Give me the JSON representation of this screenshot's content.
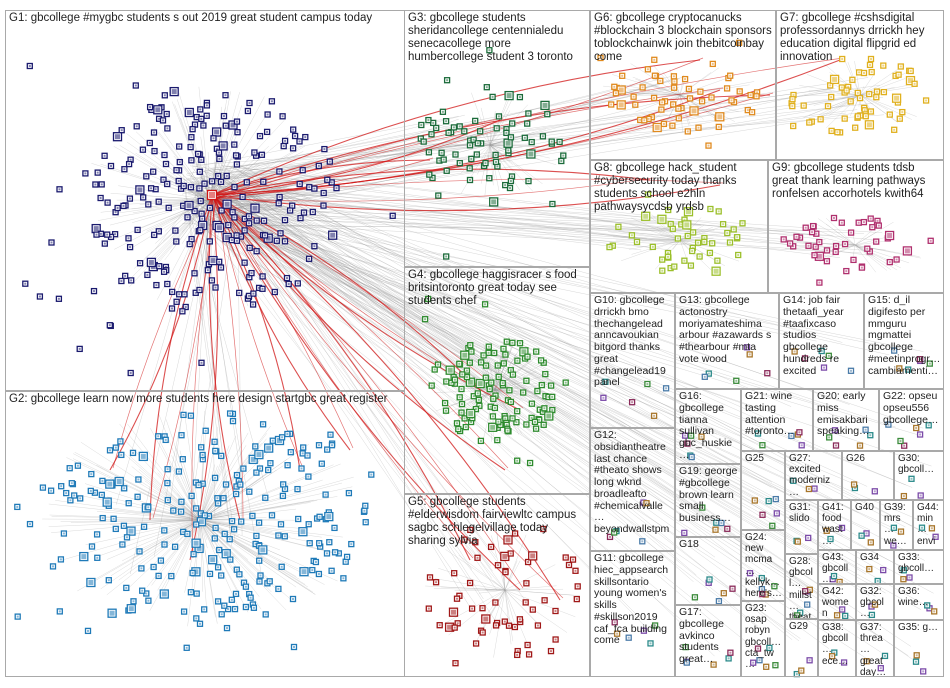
{
  "groups": [
    {
      "id": "G1",
      "label": "G1: gbcollege #mygbc students s out 2019 great student campus today",
      "color": "#1a1a6e"
    },
    {
      "id": "G2",
      "label": "G2: gbcollege learn now more students here design startgbc great register",
      "color": "#1f7ab8"
    },
    {
      "id": "G3",
      "label": "G3: gbcollege students sheridancollege centennialedu senecacollege more humbercollege student 3 toronto",
      "color": "#1b6b3a"
    },
    {
      "id": "G4",
      "label": "G4: gbcollege haggisracer s food britsintoronto great today see students chef",
      "color": "#2e8b2e"
    },
    {
      "id": "G5",
      "label": "G5: gbcollege students #elderwisdom fairviewltc campus sagbc schlegelvillage today sharing sylvia",
      "color": "#a01818"
    },
    {
      "id": "G6",
      "label": "G6: gbcollege cryptocanucks #blockchain 3 blockchain sponsors toblockchainwk join thebitcoinbay come",
      "color": "#e08a1e"
    },
    {
      "id": "G7",
      "label": "G7: gbcollege #cshsdigital professordannys drrickh hey education digital flipgrid ed innovation",
      "color": "#e0b01e"
    },
    {
      "id": "G8",
      "label": "G8: gbcollege hack_student #cybersecurity today thanks students school e2hln pathwaysycdsb yrdsb",
      "color": "#9bbf2a"
    },
    {
      "id": "G9",
      "label": "G9: gbcollege students tdsb great thank learning pathways ronfelsen accorhotels kwith64",
      "color": "#b0306e"
    },
    {
      "id": "G10",
      "label": "G10: gbcollege drrickh bmo thechangelead anncavoukian bitgord thanks great #changelead19 panel",
      "color": "#3c7a3c"
    },
    {
      "id": "G11",
      "label": "G11: gbcollege hiec_appsearch skillsontario young women's skills #skillson2019 caf_fca building come",
      "color": "#6a6a6a"
    },
    {
      "id": "G12",
      "label": "G12: obsidiantheatre last chance #theato shows long wknd broadleafto #chemicalvalle… beyondwallstpm",
      "color": "#6a6a6a"
    },
    {
      "id": "G13",
      "label": "G13: gbcollege actonostry moriyamateshima arbour #azawards s #thearbour #mta vote wood",
      "color": "#6a6a6a"
    },
    {
      "id": "G14",
      "label": "G14: job fair thetaafi_year #taafixcaso studios gbcollege hundreds re excited",
      "color": "#6a6a6a"
    },
    {
      "id": "G15",
      "label": "G15: d_il digifesto per mmguru mgmattei gbcollege #meetinprogr… cambiamenti…",
      "color": "#6a6a6a"
    },
    {
      "id": "G16",
      "label": "G16: gbcollege tianna sullivan gbc_huskie…",
      "color": "#6a6a6a"
    },
    {
      "id": "G17",
      "label": "G17: gbcollege avkinco students great…",
      "color": "#6a6a6a"
    },
    {
      "id": "G18",
      "label": "G18",
      "color": "#6a6a6a"
    },
    {
      "id": "G19",
      "label": "G19: george #gbcollege brown learn small business…",
      "color": "#6a6a6a"
    },
    {
      "id": "G20",
      "label": "G20: early miss emisakbari speaking…",
      "color": "#6a6a6a"
    },
    {
      "id": "G21",
      "label": "G21: wine tasting attention #toronto…",
      "color": "#6a6a6a"
    },
    {
      "id": "G22",
      "label": "G22: opseu opseu556 gbcollege…",
      "color": "#6a6a6a"
    },
    {
      "id": "G23",
      "label": "G23: osap robyn gbcoll… cta_tw…",
      "color": "#6a6a6a"
    },
    {
      "id": "G24",
      "label": "G24: new mcma… kellyk… here's…",
      "color": "#6a6a6a"
    },
    {
      "id": "G25",
      "label": "G25",
      "color": "#6a6a6a"
    },
    {
      "id": "G26",
      "label": "G26",
      "color": "#6a6a6a"
    },
    {
      "id": "G27",
      "label": "G27: excited moderniz…",
      "color": "#6a6a6a"
    },
    {
      "id": "G28",
      "label": "G28: gbcoll… millst… theat…",
      "color": "#6a6a6a"
    },
    {
      "id": "G29",
      "label": "G29",
      "color": "#6a6a6a"
    },
    {
      "id": "G30",
      "label": "G30: gbcoll…",
      "color": "#6a6a6a"
    },
    {
      "id": "G31",
      "label": "G31: slido",
      "color": "#6a6a6a"
    },
    {
      "id": "G32",
      "label": "G32: gbcol… ckal…",
      "color": "#6a6a6a"
    },
    {
      "id": "G33",
      "label": "G33: gbcoll…",
      "color": "#6a6a6a"
    },
    {
      "id": "G34",
      "label": "G34",
      "color": "#6a6a6a"
    },
    {
      "id": "G35",
      "label": "G35: g…",
      "color": "#6a6a6a"
    },
    {
      "id": "G36",
      "label": "G36: wine…",
      "color": "#6a6a6a"
    },
    {
      "id": "G37",
      "label": "G37: threa… great day…",
      "color": "#6a6a6a"
    },
    {
      "id": "G38",
      "label": "G38: gbcoll… ece…",
      "color": "#6a6a6a"
    },
    {
      "id": "G39",
      "label": "G39: mrs… we…",
      "color": "#6a6a6a"
    },
    {
      "id": "G40",
      "label": "G40",
      "color": "#6a6a6a"
    },
    {
      "id": "G41",
      "label": "G41: food wast…",
      "color": "#6a6a6a"
    },
    {
      "id": "G42",
      "label": "G42: women dyk…",
      "color": "#6a6a6a"
    },
    {
      "id": "G43",
      "label": "G43: gbcoll… viulibr…",
      "color": "#6a6a6a"
    },
    {
      "id": "G44",
      "label": "G44: min… envi…",
      "color": "#6a6a6a"
    }
  ]
}
